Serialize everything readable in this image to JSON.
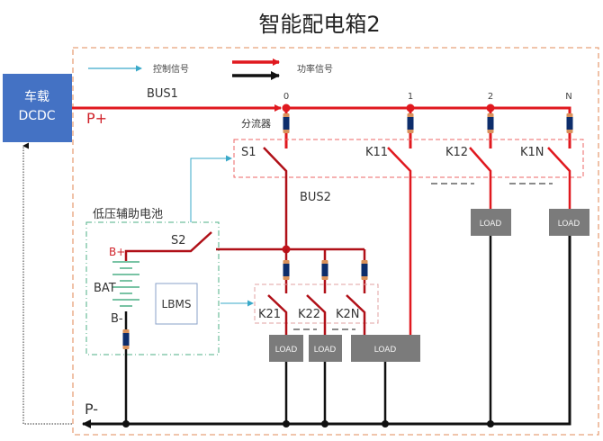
{
  "title": "智能配电箱2",
  "legend": {
    "control_signal": "控制信号",
    "power_signal": "功率信号"
  },
  "dcdc": {
    "line1": "车载",
    "line2": "DCDC"
  },
  "colors": {
    "power_red": "#e0191f",
    "switch_red": "#c0141c",
    "ground_black": "#111111",
    "control_cyan": "#3aa9c9",
    "dcdc_blue": "#4472c4",
    "load_gray": "#7b7b7b",
    "enclosure_orange": "#e8a27a",
    "battery_green": "#4caf86",
    "fuse_body": "#0d2d6b",
    "fuse_cap": "#d9915a"
  },
  "bus1": {
    "label": "BUS1",
    "rail_label": "P+",
    "taps": [
      "0",
      "1",
      "2",
      "N"
    ],
    "shunt_label": "分流器"
  },
  "bus2": {
    "label": "BUS2"
  },
  "switches_row1": [
    "S1",
    "K11",
    "K12",
    "K1N"
  ],
  "switches_row2": [
    "K21",
    "K22",
    "K2N"
  ],
  "battery": {
    "group_label": "低压辅助电池",
    "switch": "S2",
    "pos": "B+",
    "name": "BAT",
    "neg": "B-",
    "bms": "LBMS"
  },
  "loads": [
    "LOAD",
    "LOAD",
    "LOAD",
    "LOAD",
    "LOAD"
  ],
  "ground_label": "P-"
}
